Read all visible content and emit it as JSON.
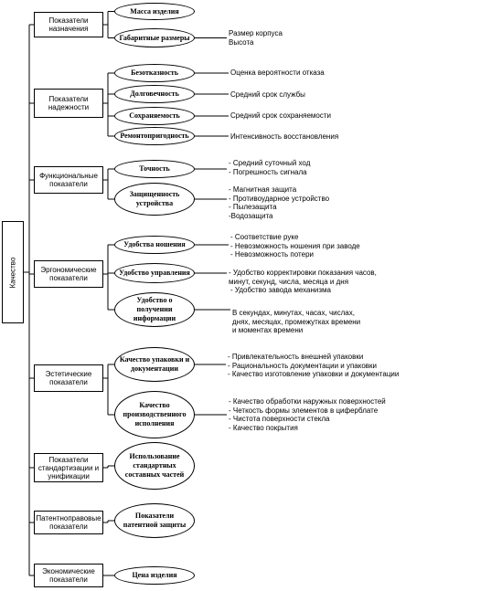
{
  "root": "Качество",
  "categories": [
    {
      "label": "Показатели назначения",
      "items": [
        {
          "label": "Масса изделия",
          "notes": []
        },
        {
          "label": "Габаритные размеры",
          "notes": [
            "Размер корпуса",
            "Высота"
          ]
        }
      ]
    },
    {
      "label": "Показатели надежности",
      "items": [
        {
          "label": "Безотказность",
          "notes": [
            "Оценка вероятности отказа"
          ]
        },
        {
          "label": "Долговечность",
          "notes": [
            "Средний срок службы"
          ]
        },
        {
          "label": "Сохраняемость",
          "notes": [
            "Средний срок сохраняемости"
          ]
        },
        {
          "label": "Ремонтопригодность",
          "notes": [
            "Интенсивность восстановления"
          ]
        }
      ]
    },
    {
      "label": "Функциональные показатели",
      "items": [
        {
          "label": "Точность",
          "notes": [
            "- Средний суточный ход",
            "- Погрешность сигнала"
          ]
        },
        {
          "label": "Защищенность устройства",
          "notes": [
            "- Магнитная защита",
            "- Противоударное устройство",
            "- Пылезащита",
            "-Водозащита"
          ]
        }
      ]
    },
    {
      "label": "Эргономические показатели",
      "items": [
        {
          "label": "Удобства ношения",
          "notes": [
            "- Соответствие руке",
            "- Невозможность ношения при заводе",
            "- Невозможность потери"
          ]
        },
        {
          "label": "Удобство управления",
          "notes": [
            "- Удобство корректировки показания часов,",
            "минут, секунд, числа, месяца и дня",
            "- Удобство завода механизма"
          ]
        },
        {
          "label": "Удобство о получении информации",
          "notes": [
            "В секундах, минутах, часах, числах,",
            "днях, месяцах, промежутках времени",
            "и моментах времени"
          ]
        }
      ]
    },
    {
      "label": "Эстетические показатели",
      "items": [
        {
          "label": "Качество упаковки и документации",
          "notes": [
            "- Привлекательность внешней упаковки",
            "- Рациональность документации и упаковки",
            "- Качество изготовление упаковки и документации"
          ]
        },
        {
          "label": "Качество производственного исполнения",
          "notes": [
            "- Качество обработки наружных поверхностей",
            "- Четкость формы элементов в циферблате",
            "- Чистота поверхности стекла",
            "- Качество покрытия"
          ]
        }
      ]
    },
    {
      "label": "Показатели стандартизации и унификации",
      "items": [
        {
          "label": "Использование стандартных составных частей",
          "notes": []
        }
      ]
    },
    {
      "label": "Патентноправовые показатели",
      "items": [
        {
          "label": "Показатели патентной защиты",
          "notes": []
        }
      ]
    },
    {
      "label": "Экономические показатели",
      "items": [
        {
          "label": "Цена изделия",
          "notes": []
        }
      ]
    }
  ]
}
